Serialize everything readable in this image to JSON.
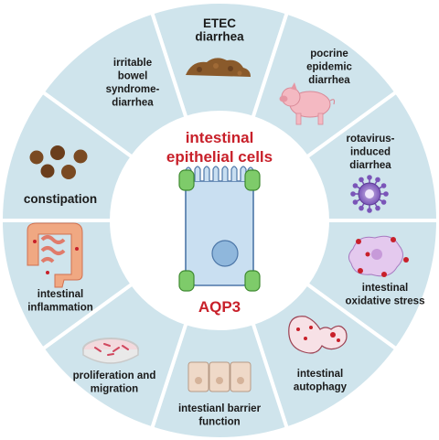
{
  "center": {
    "title_line1": "intestinal",
    "title_line2": "epithelial cells",
    "protein": "AQP3"
  },
  "colors": {
    "segment_fill": "#cfe4ec",
    "center_fill": "#ffffff",
    "cell_fill": "#c9dff1",
    "nucleus_fill": "#8fb7dc",
    "channel_fill": "#7ecb6a",
    "accent_red": "#c8202a"
  },
  "segments": [
    {
      "icon": "stool-pile-icon",
      "lines": [
        "ETEC",
        "diarrhea"
      ]
    },
    {
      "icon": "pig-icon",
      "lines": [
        "pocrine",
        "epidemic",
        "diarrhea"
      ]
    },
    {
      "icon": "virus-icon",
      "lines": [
        "rotavirus-",
        "induced",
        "diarrhea"
      ]
    },
    {
      "icon": "oxidative-stress-cell-icon",
      "lines": [
        "intestinal",
        "oxidative stress"
      ]
    },
    {
      "icon": "autophagy-cell-icon",
      "lines": [
        "intestinal",
        "autophagy"
      ]
    },
    {
      "icon": "barrier-cells-icon",
      "lines": [
        "intestianl barrier",
        "function"
      ]
    },
    {
      "icon": "petri-dish-icon",
      "lines": [
        "proliferation and",
        "migration"
      ]
    },
    {
      "icon": "inflamed-intestine-icon",
      "lines": [
        "intestinal",
        "inflammation"
      ]
    },
    {
      "icon": "stool-pellets-icon",
      "lines": [
        "constipation"
      ]
    },
    {
      "icon": "",
      "lines": [
        "irritable",
        "bowel",
        "syndrome-",
        "diarrhea"
      ]
    }
  ]
}
